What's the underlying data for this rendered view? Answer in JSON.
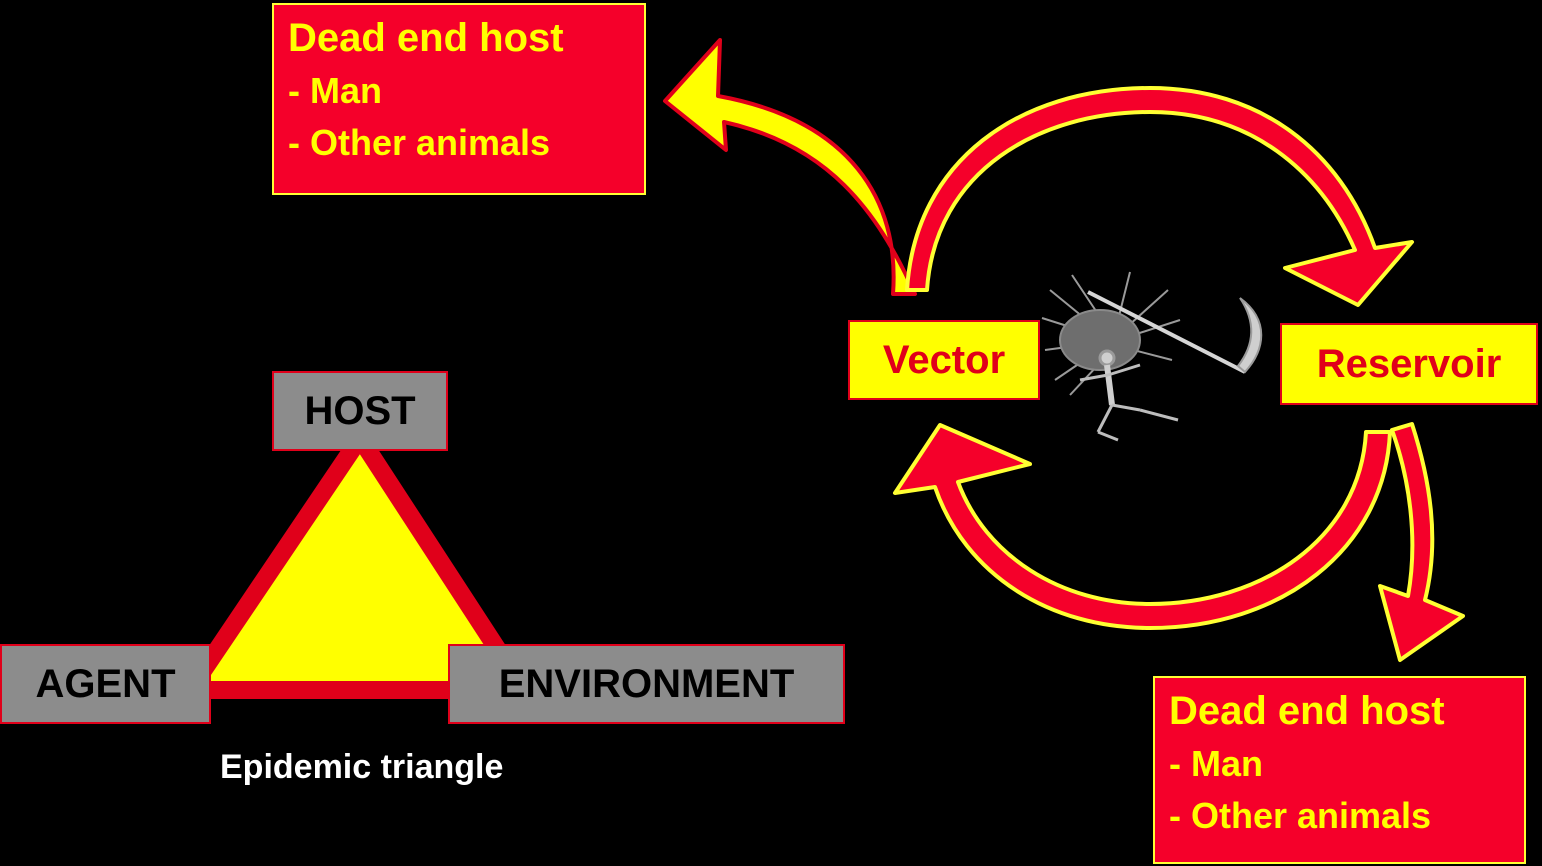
{
  "dead_end_top": {
    "title": "Dead end host",
    "items": [
      "- Man",
      "- Other animals"
    ]
  },
  "dead_end_bottom": {
    "title": "Dead end host",
    "items": [
      "- Man",
      "- Other animals"
    ]
  },
  "cycle": {
    "vector": "Vector",
    "reservoir": "Reservoir"
  },
  "triangle": {
    "host": "HOST",
    "agent": "AGENT",
    "environment": "ENVIRONMENT",
    "caption": "Epidemic triangle"
  },
  "colors": {
    "background": "#000000",
    "red": "#f5002a",
    "yellow": "#ffff00",
    "grey": "#8c8c8c"
  },
  "icons": {
    "center_figure": "winged-skeleton-reaper-icon"
  }
}
